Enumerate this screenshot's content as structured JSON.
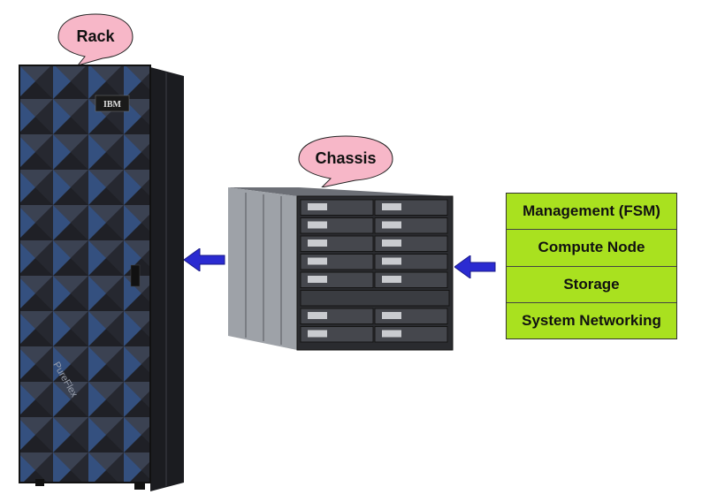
{
  "labels": {
    "rack": "Rack",
    "chassis": "Chassis"
  },
  "rack": {
    "brand": "IBM",
    "product": "PureFlex"
  },
  "components": [
    "Management (FSM)",
    "Compute Node",
    "Storage",
    "System Networking"
  ],
  "colors": {
    "callout_fill": "#f7b7c8",
    "component_fill": "#a9e11f",
    "arrow_fill": "#2b2bd1",
    "rack_body": "#2a2b30",
    "rack_accent": "#3d5aa8"
  }
}
